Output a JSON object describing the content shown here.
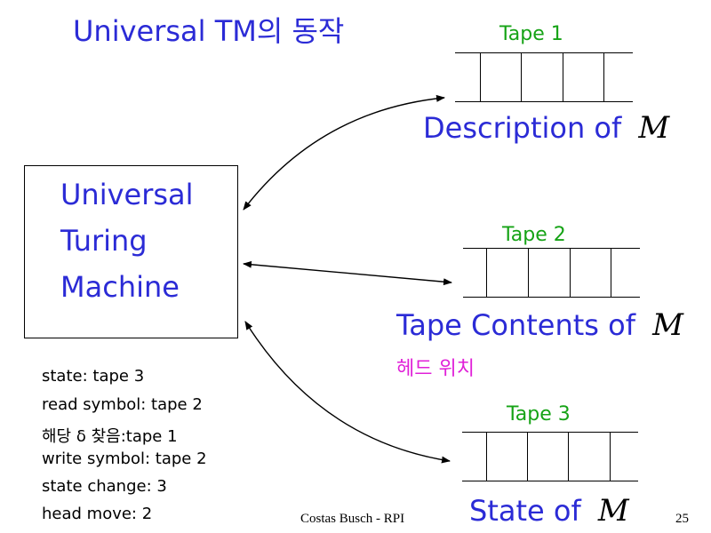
{
  "slide": {
    "title": "Universal TM의 동작",
    "utm_box": {
      "line1": "Universal",
      "line2": "Turing",
      "line3": "Machine"
    },
    "tapes": [
      {
        "label": "Tape 1",
        "caption": "Description of",
        "var": "M"
      },
      {
        "label": "Tape 2",
        "caption": "Tape Contents of",
        "var": "M",
        "note": "헤드 위치"
      },
      {
        "label": "Tape 3",
        "caption": "State of",
        "var": "M"
      }
    ],
    "info": [
      "state: tape 3",
      "read symbol: tape 2",
      "해당 δ 찾음:tape 1",
      "write symbol: tape 2",
      "state change: 3",
      "head move: 2"
    ],
    "footer": "Costas Busch - RPI",
    "page_number": "25"
  }
}
